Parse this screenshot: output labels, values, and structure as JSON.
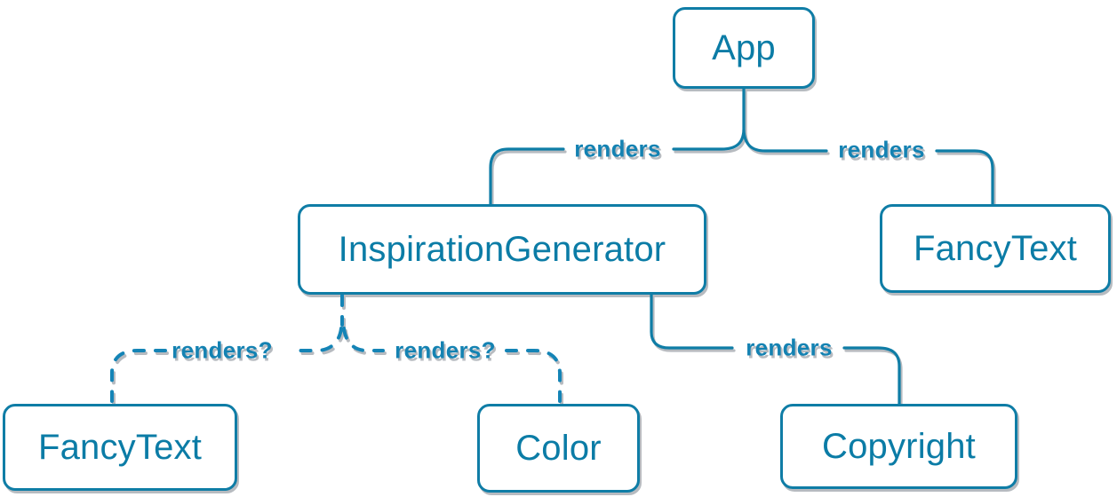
{
  "diagram_type": "component-render-tree",
  "colors": {
    "accent_stroke": "#0f7da6",
    "dashed_stroke": "#1484b6",
    "node_text": "#0b7ca6",
    "edge_label_text": "#1482b2",
    "node_background": "#ffffff",
    "background": "#ffffff"
  },
  "nodes": [
    {
      "id": "app",
      "label": "App"
    },
    {
      "id": "inspiration-generator",
      "label": "InspirationGenerator"
    },
    {
      "id": "fancy-text-top",
      "label": "FancyText"
    },
    {
      "id": "fancy-text-bottom",
      "label": "FancyText"
    },
    {
      "id": "color",
      "label": "Color"
    },
    {
      "id": "copyright",
      "label": "Copyright"
    }
  ],
  "edges": [
    {
      "from": "App",
      "to": "InspirationGenerator",
      "label": "renders",
      "style": "solid"
    },
    {
      "from": "App",
      "to": "FancyText",
      "label": "renders",
      "style": "solid"
    },
    {
      "from": "InspirationGenerator",
      "to": "FancyText",
      "label": "renders?",
      "style": "dashed"
    },
    {
      "from": "InspirationGenerator",
      "to": "Color",
      "label": "renders?",
      "style": "dashed"
    },
    {
      "from": "InspirationGenerator",
      "to": "Copyright",
      "label": "renders",
      "style": "solid"
    }
  ]
}
